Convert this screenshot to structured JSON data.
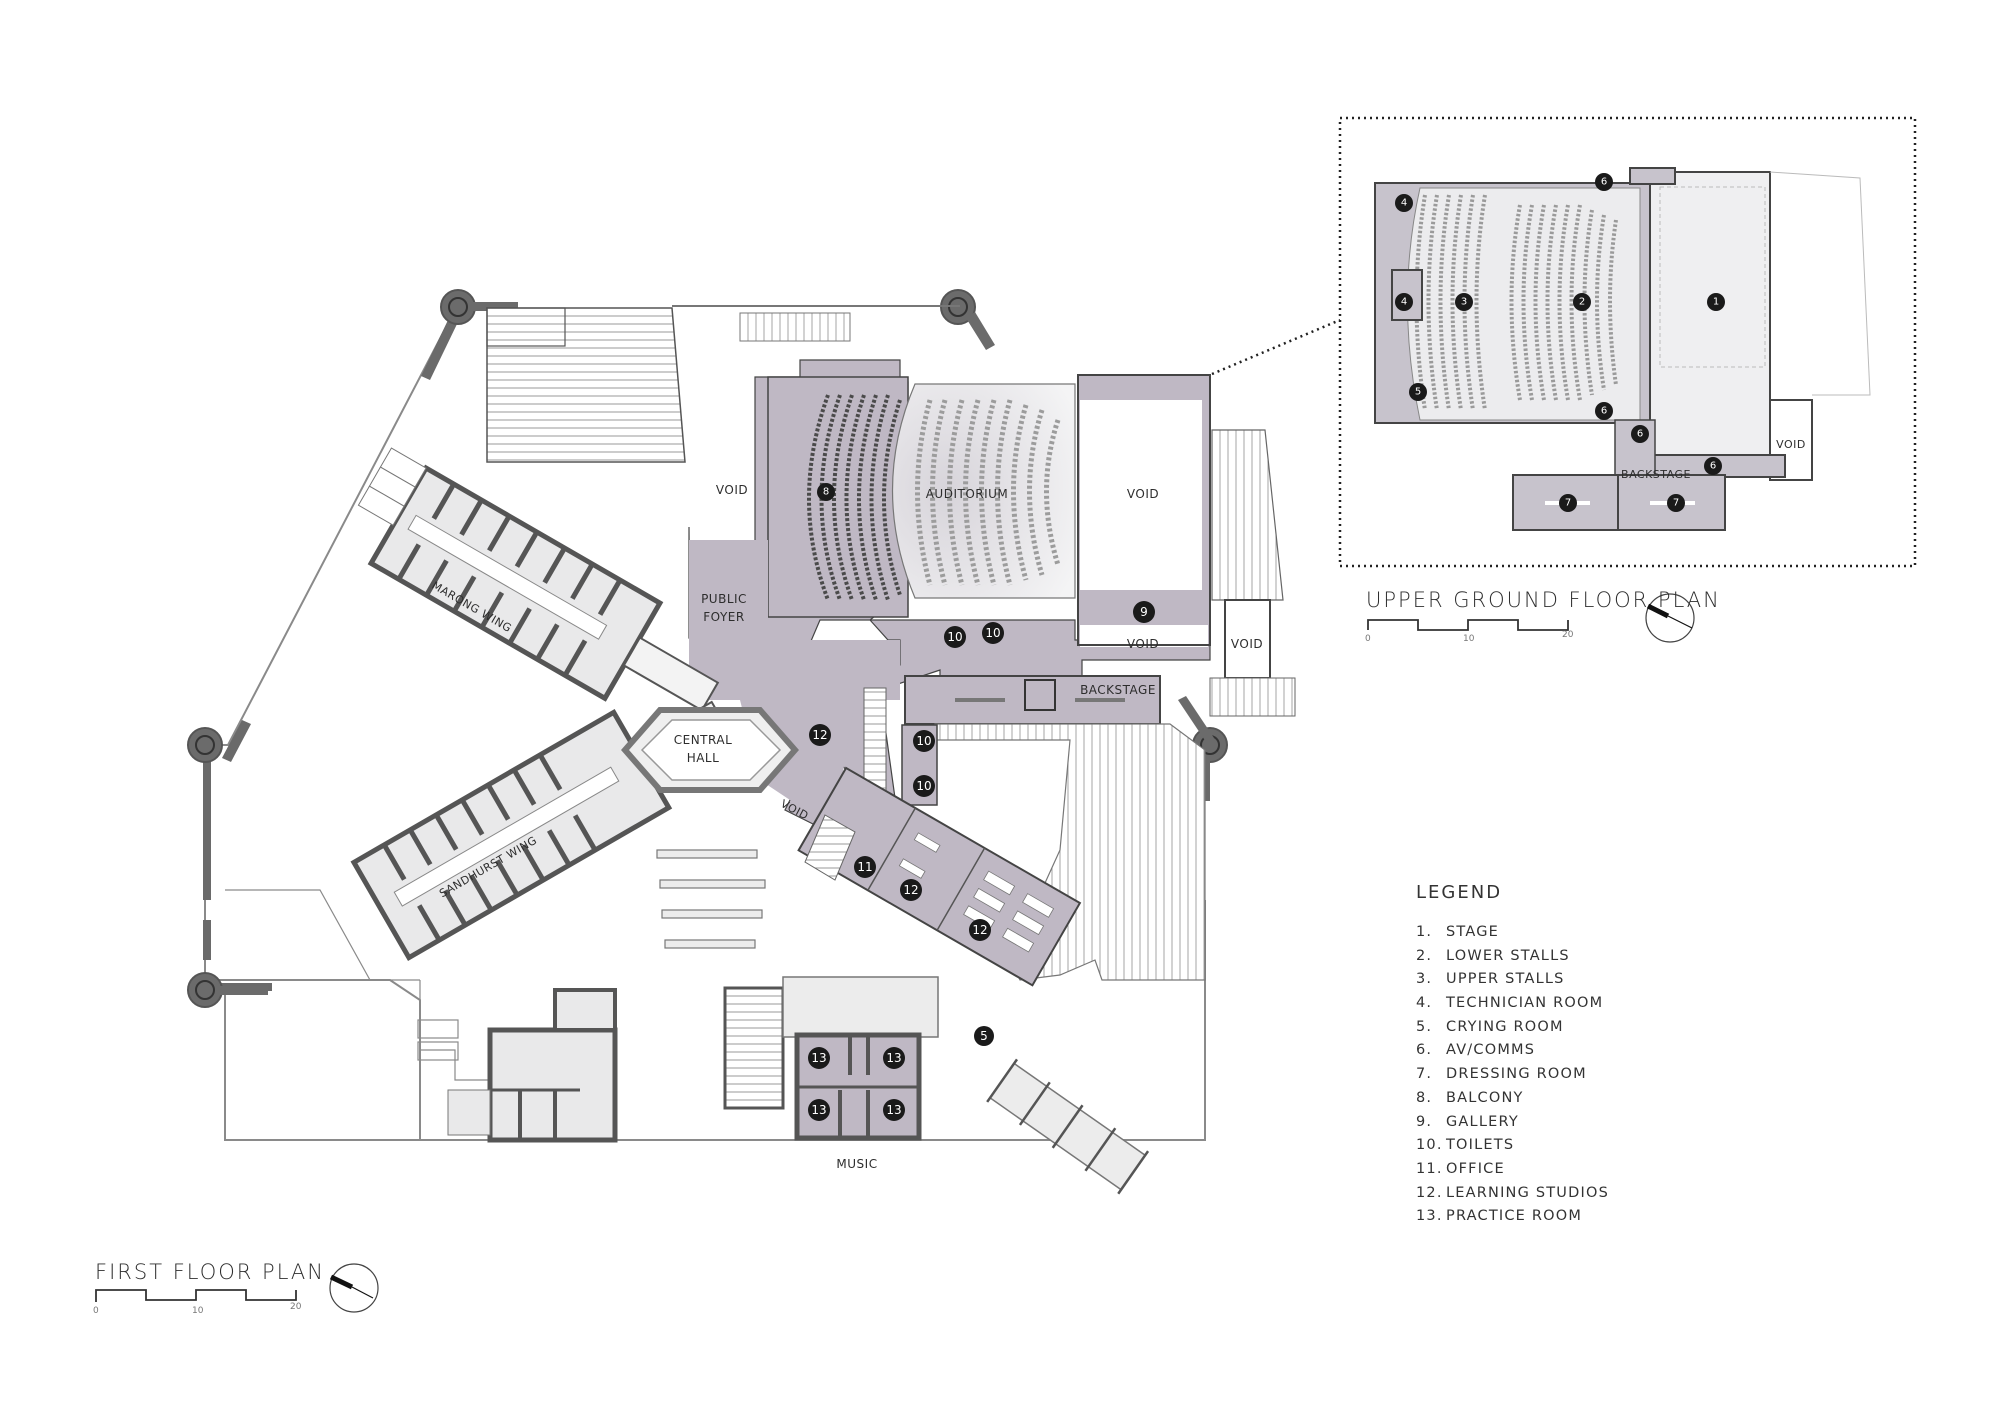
{
  "first_floor": {
    "title": "FIRST FLOOR PLAN",
    "scale": {
      "ticks": [
        "0",
        "10",
        "20"
      ]
    },
    "labels": {
      "void_top": "VOID",
      "auditorium": "AUDITORIUM",
      "void_stage": "VOID",
      "public_foyer_1": "PUBLIC",
      "public_foyer_2": "FOYER",
      "central_hall_1": "CENTRAL",
      "central_hall_2": "HALL",
      "marong_wing": "MARONG WING",
      "sandhurst_wing": "SANDHURST WING",
      "void_gallery": "VOID",
      "void_right": "VOID",
      "void_diag": "VOID",
      "backstage": "BACKSTAGE",
      "music": "MUSIC"
    },
    "markers": [
      {
        "n": "8",
        "room": "balcony"
      },
      {
        "n": "9",
        "room": "gallery"
      },
      {
        "n": "10",
        "room": "toilets"
      },
      {
        "n": "10",
        "room": "toilets"
      },
      {
        "n": "10",
        "room": "toilets"
      },
      {
        "n": "10",
        "room": "toilets"
      },
      {
        "n": "12",
        "room": "learning-studio"
      },
      {
        "n": "11",
        "room": "office"
      },
      {
        "n": "12",
        "room": "learning-studio"
      },
      {
        "n": "12",
        "room": "learning-studio"
      },
      {
        "n": "5",
        "room": "crying-room"
      },
      {
        "n": "13",
        "room": "practice-room"
      },
      {
        "n": "13",
        "room": "practice-room"
      },
      {
        "n": "13",
        "room": "practice-room"
      },
      {
        "n": "13",
        "room": "practice-room"
      }
    ]
  },
  "upper_ground": {
    "title": "UPPER GROUND FLOOR PLAN",
    "scale": {
      "ticks": [
        "0",
        "10",
        "20"
      ]
    },
    "labels": {
      "backstage": "BACKSTAGE",
      "void": "VOID"
    },
    "markers": [
      {
        "n": "1",
        "room": "stage"
      },
      {
        "n": "2",
        "room": "lower-stalls"
      },
      {
        "n": "3",
        "room": "upper-stalls"
      },
      {
        "n": "4",
        "room": "technician-room"
      },
      {
        "n": "4",
        "room": "technician-room"
      },
      {
        "n": "5",
        "room": "crying-room"
      },
      {
        "n": "6",
        "room": "av-comms"
      },
      {
        "n": "6",
        "room": "av-comms"
      },
      {
        "n": "6",
        "room": "av-comms"
      },
      {
        "n": "6",
        "room": "av-comms"
      },
      {
        "n": "7",
        "room": "dressing-room"
      },
      {
        "n": "7",
        "room": "dressing-room"
      }
    ]
  },
  "legend": {
    "title": "LEGEND",
    "items": [
      {
        "num": "1.",
        "label": "STAGE"
      },
      {
        "num": "2.",
        "label": "LOWER STALLS"
      },
      {
        "num": "3.",
        "label": "UPPER STALLS"
      },
      {
        "num": "4.",
        "label": "TECHNICIAN ROOM"
      },
      {
        "num": "5.",
        "label": "CRYING ROOM"
      },
      {
        "num": "6.",
        "label": "AV/COMMS"
      },
      {
        "num": "7.",
        "label": "DRESSING ROOM"
      },
      {
        "num": "8.",
        "label": "BALCONY"
      },
      {
        "num": "9.",
        "label": "GALLERY"
      },
      {
        "num": "10.",
        "label": "TOILETS"
      },
      {
        "num": "11.",
        "label": "OFFICE"
      },
      {
        "num": "12.",
        "label": "LEARNING STUDIOS"
      },
      {
        "num": "13.",
        "label": "PRACTICE ROOM"
      }
    ]
  },
  "colors": {
    "lilac_fill": "#bfb8c4",
    "wall": "#5a5a5a",
    "light_fill": "#e9e9ea",
    "marker": "#1a1a1a"
  }
}
